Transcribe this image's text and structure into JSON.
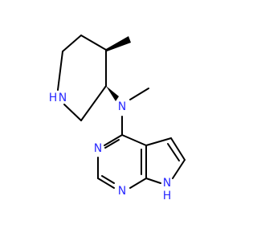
{
  "molecule": {
    "atoms": {
      "piperidine_nh": "N",
      "piperidine_h": "H",
      "amine_n": "N",
      "pyrimidine_n1": "N",
      "pyrimidine_n3": "N",
      "pyrrole_nh": "N",
      "pyrrole_h": "H"
    },
    "colors": {
      "bond": "#000000",
      "heteroatom": "#2a2aff",
      "background": "#ffffff"
    }
  }
}
